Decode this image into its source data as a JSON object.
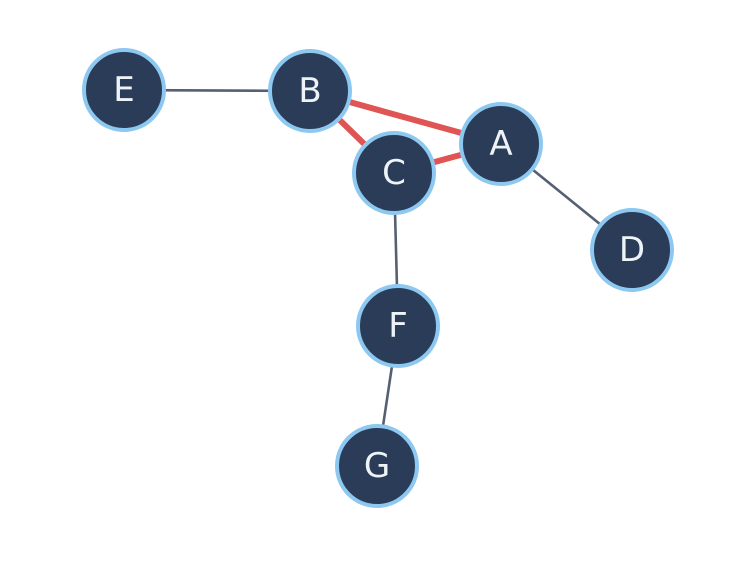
{
  "graph": {
    "colors": {
      "node_fill": "#2a3c58",
      "node_border": "#8cc8f0",
      "node_text": "#eef3f8",
      "edge": "#566073",
      "highlight_edge": "#e05454",
      "background": "#ffffff"
    },
    "nodes": [
      {
        "id": "A",
        "label": "A"
      },
      {
        "id": "B",
        "label": "B"
      },
      {
        "id": "C",
        "label": "C"
      },
      {
        "id": "D",
        "label": "D"
      },
      {
        "id": "E",
        "label": "E"
      },
      {
        "id": "F",
        "label": "F"
      },
      {
        "id": "G",
        "label": "G"
      }
    ],
    "edges": [
      {
        "source": "E",
        "target": "B",
        "highlighted": false
      },
      {
        "source": "B",
        "target": "A",
        "highlighted": true
      },
      {
        "source": "B",
        "target": "C",
        "highlighted": true
      },
      {
        "source": "C",
        "target": "A",
        "highlighted": true
      },
      {
        "source": "A",
        "target": "D",
        "highlighted": false
      },
      {
        "source": "C",
        "target": "F",
        "highlighted": false
      },
      {
        "source": "F",
        "target": "G",
        "highlighted": false
      }
    ]
  }
}
